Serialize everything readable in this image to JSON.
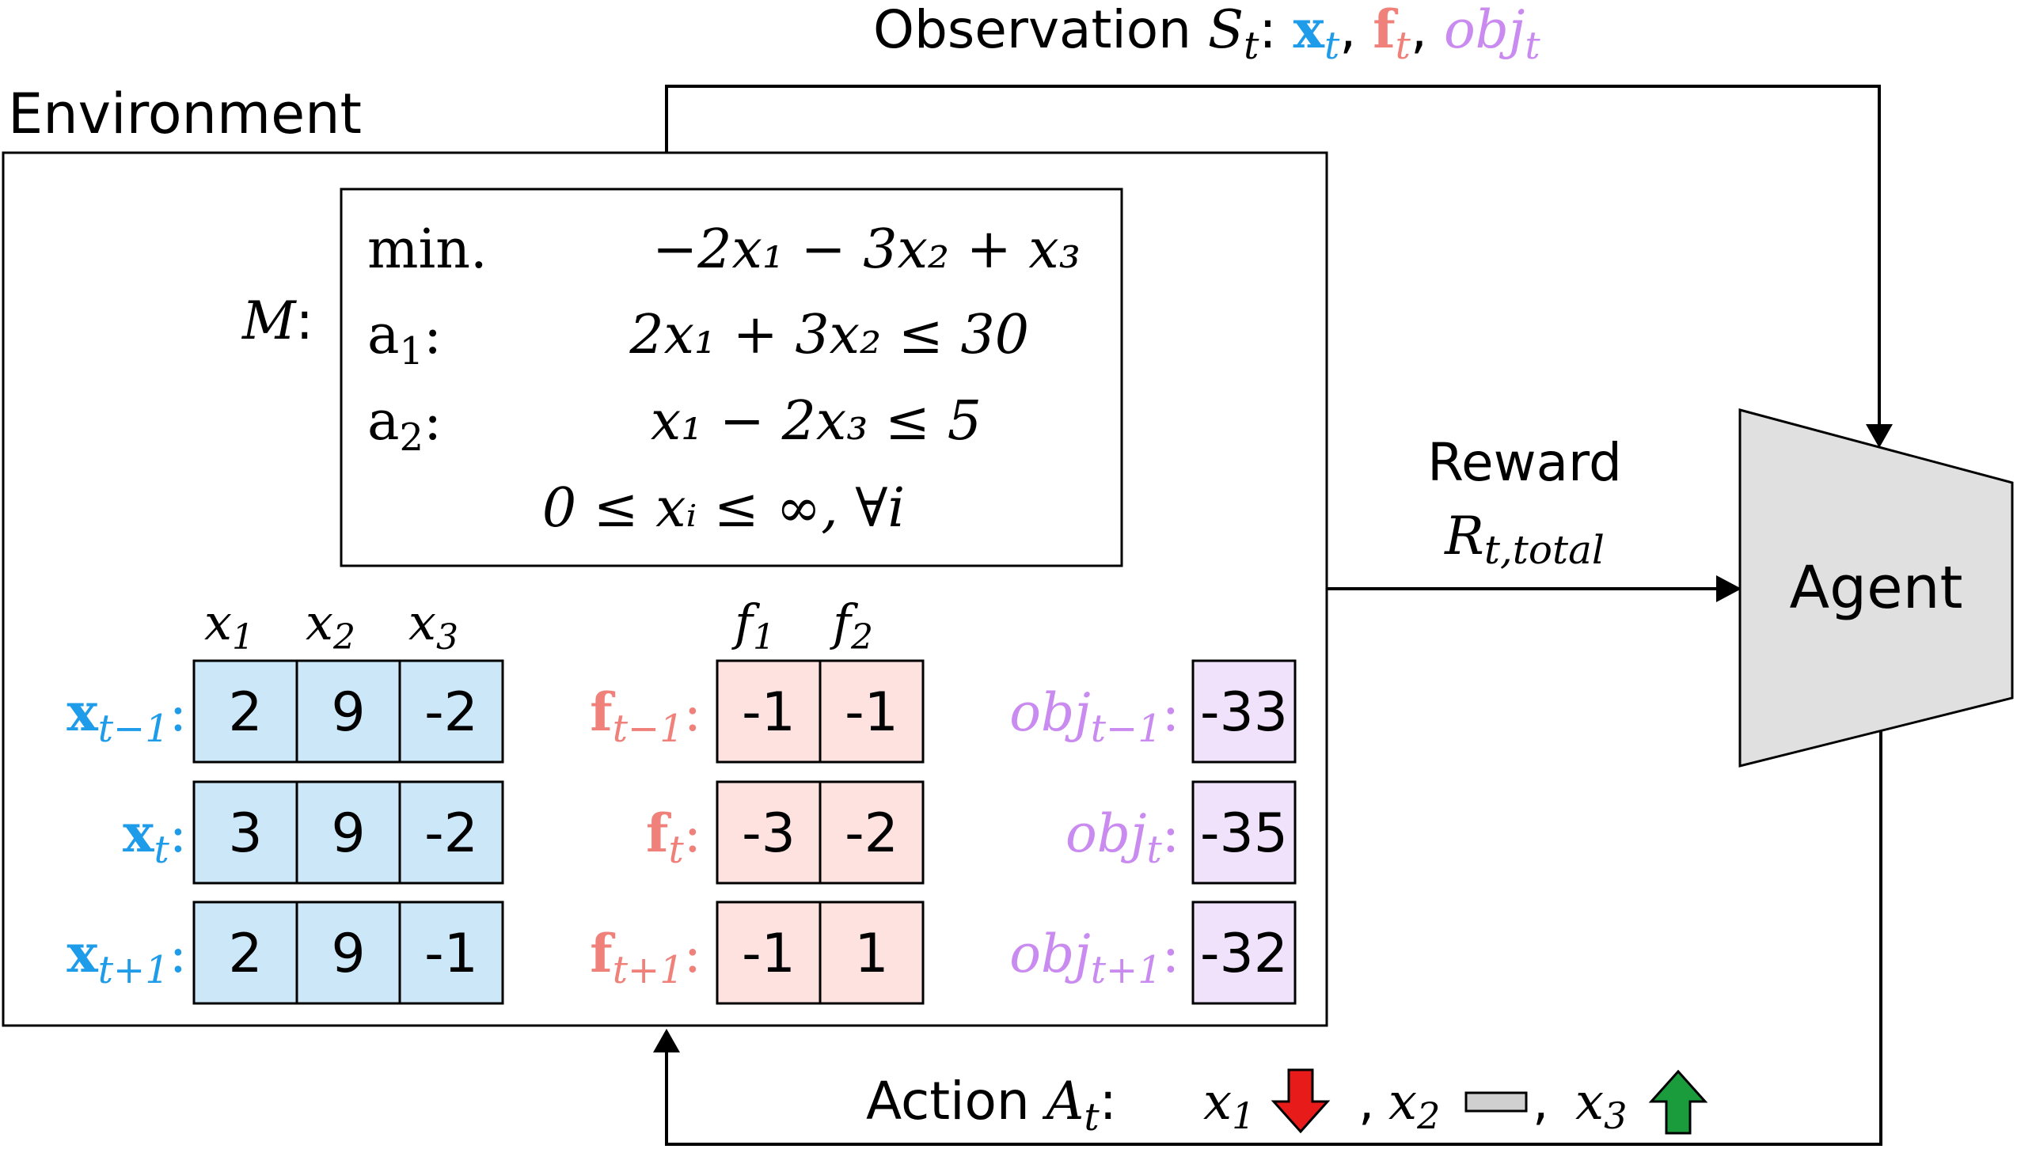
{
  "observation": {
    "prefix": "Observation",
    "symbol": "S",
    "sub": "t",
    "colon": ":",
    "items": [
      {
        "main": "x",
        "sub": "t",
        "color": "#1E9BE9",
        "style": "bold"
      },
      {
        "main": "f",
        "sub": "t",
        "color": "#F0807A",
        "style": "bold"
      },
      {
        "main": "obj",
        "sub": "t",
        "color": "#C98BF0",
        "style": "italic"
      }
    ]
  },
  "environment": {
    "label": "Environment",
    "model_name": "M",
    "model_colon": ":",
    "model_lines": [
      {
        "label": "min.",
        "label_sub": "",
        "label_colon": "",
        "expr": "−2x₁ − 3x₂ + x₃"
      },
      {
        "label": "a",
        "label_sub": "1",
        "label_colon": ":",
        "expr": "2x₁ + 3x₂ ≤ 30"
      },
      {
        "label": "a",
        "label_sub": "2",
        "label_colon": ":",
        "expr": "x₁ − 2x₃ ≤ 5"
      },
      {
        "label": "",
        "label_sub": "",
        "label_colon": "",
        "expr": "0 ≤ xᵢ ≤ ∞, ∀i"
      }
    ]
  },
  "variables": {
    "x_headers": [
      {
        "main": "x",
        "sub": "1"
      },
      {
        "main": "x",
        "sub": "2"
      },
      {
        "main": "x",
        "sub": "3"
      }
    ],
    "f_headers": [
      {
        "main": "f",
        "sub": "1"
      },
      {
        "main": "f",
        "sub": "2"
      }
    ],
    "rows": [
      {
        "x_label": "x",
        "f_label": "f",
        "obj_label": "obj",
        "sub": "t−1",
        "x": [
          "2",
          "9",
          "-2"
        ],
        "f": [
          "-1",
          "-1"
        ],
        "obj": "-33"
      },
      {
        "x_label": "x",
        "f_label": "f",
        "obj_label": "obj",
        "sub": "t",
        "x": [
          "3",
          "9",
          "-2"
        ],
        "f": [
          "-3",
          "-2"
        ],
        "obj": "-35"
      },
      {
        "x_label": "x",
        "f_label": "f",
        "obj_label": "obj",
        "sub": "t+1",
        "x": [
          "2",
          "9",
          "-1"
        ],
        "f": [
          "-1",
          "1"
        ],
        "obj": "-32"
      }
    ]
  },
  "reward": {
    "label": "Reward",
    "symbol": "R",
    "sub": "t,total"
  },
  "agent": {
    "label": "Agent"
  },
  "action": {
    "prefix": "Action",
    "symbol": "A",
    "sub": "t",
    "colon": ":",
    "items": [
      {
        "main": "x",
        "sub": "1",
        "arrow": "down-arrow-icon"
      },
      {
        "main": "x",
        "sub": "2",
        "arrow": "hold-bar-icon"
      },
      {
        "main": "x",
        "sub": "3",
        "arrow": "up-arrow-icon"
      }
    ],
    "separator": ","
  },
  "colors": {
    "x_blue": "#1E9BE9",
    "f_red": "#F0807A",
    "obj_purple": "#C98BF0",
    "x_cell": "#CCE7F8",
    "f_cell": "#FDE2E0",
    "obj_cell": "#F1E2FB",
    "agent_fill": "#E0E0E0",
    "down_arrow": "#E81B1B",
    "up_arrow": "#1A9C3C",
    "hold_bar": "#D0D0D0"
  }
}
